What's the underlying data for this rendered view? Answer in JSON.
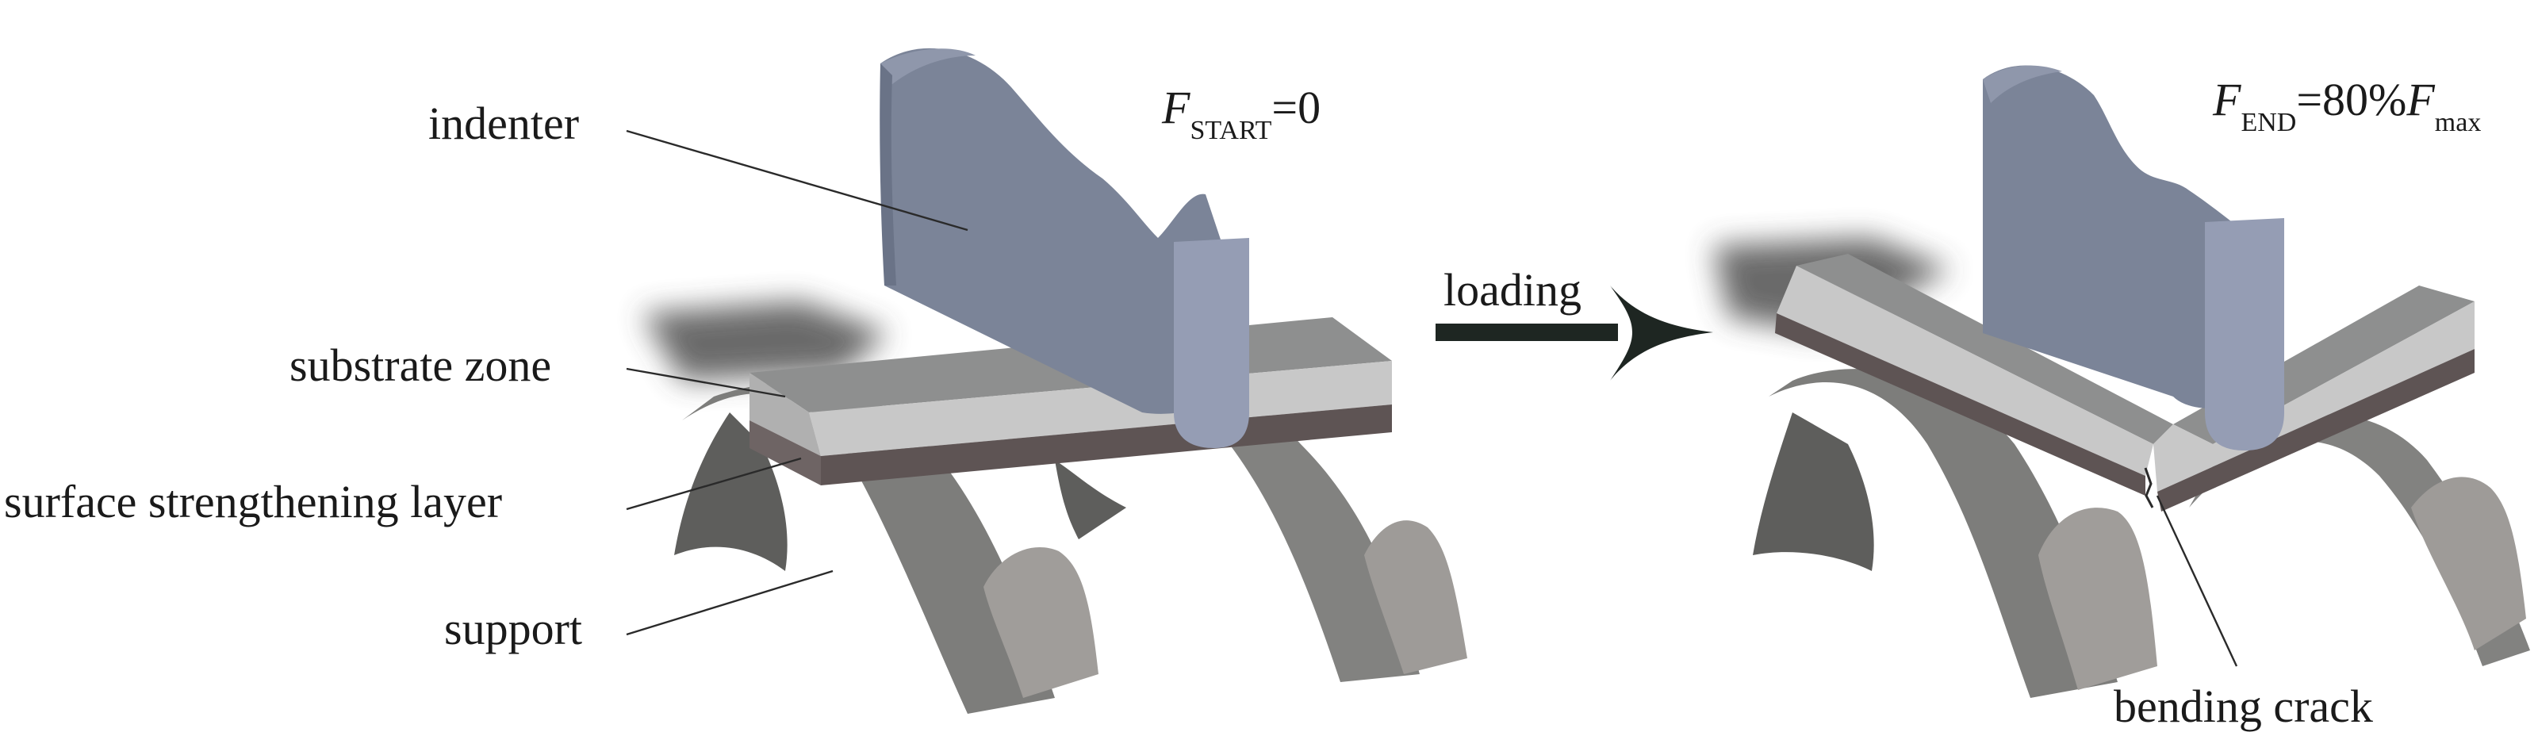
{
  "labels": {
    "indenter": "indenter",
    "substrate_zone": "substrate zone",
    "surface_layer": "surface strengthening layer",
    "support": "support",
    "loading": "loading",
    "bending_crack": "bending crack"
  },
  "force_start": {
    "symbol": "F",
    "subscript": "START",
    "value": "=0"
  },
  "force_end": {
    "symbol": "F",
    "subscript": "END",
    "value": "=80%",
    "symbol2": "F",
    "subscript2": "max"
  },
  "colors": {
    "indenter_side": "#7c8599",
    "indenter_front": "#959db4",
    "indenter_top": "#6e778b",
    "substrate_top": "#8f9090",
    "substrate_front": "#c6c6c6",
    "surface_layer": "#5e5454",
    "support_body": "#7f7f7d",
    "support_face": "#9d9a97",
    "arrow": "#1e2622"
  }
}
